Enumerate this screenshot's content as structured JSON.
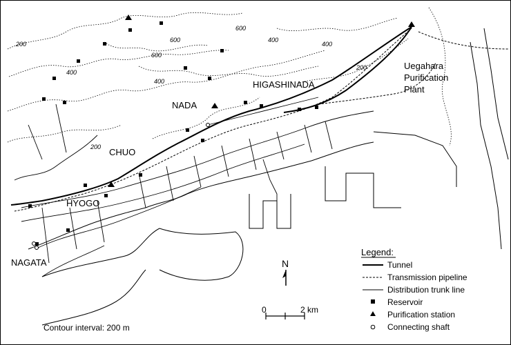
{
  "districts": {
    "higashinada": "HIGASHINADA",
    "nada": "NADA",
    "chuo": "CHUO",
    "hyogo": "HYOGO",
    "nagata": "NAGATA"
  },
  "plant": {
    "line1": "Uegahara",
    "line2": "Purification",
    "line3": "Plant"
  },
  "contours": {
    "c200a": "200",
    "c200b": "200",
    "c200c": "200",
    "c400a": "400",
    "c400b": "400",
    "c400c": "400",
    "c400d": "400",
    "c600a": "600",
    "c600b": "600",
    "c600c": "600"
  },
  "legend": {
    "title": "Legend:",
    "tunnel": "Tunnel",
    "transmission": "Transmission pipeline",
    "distribution": "Distribution trunk line",
    "reservoir": "Reservoir",
    "purification": "Purification station",
    "shaft": "Connecting shaft"
  },
  "north": "N",
  "scale": {
    "zero": "0",
    "max": "2 km"
  },
  "contour_note": "Contour interval: 200 m",
  "colors": {
    "ink": "#000000",
    "paper": "#ffffff"
  }
}
